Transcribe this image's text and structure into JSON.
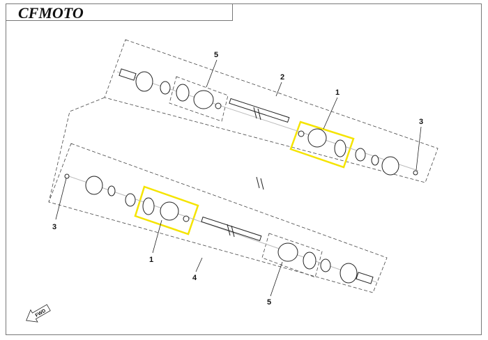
{
  "header": {
    "brand": "CFMOTO"
  },
  "diagram": {
    "callouts": [
      {
        "id": "c5a",
        "label": "5"
      },
      {
        "id": "c2",
        "label": "2"
      },
      {
        "id": "c1a",
        "label": "1"
      },
      {
        "id": "c3a",
        "label": "3"
      },
      {
        "id": "c3b",
        "label": "3"
      },
      {
        "id": "c1b",
        "label": "1"
      },
      {
        "id": "c4",
        "label": "4"
      },
      {
        "id": "c5b",
        "label": "5"
      }
    ],
    "fwd_label": "FWD",
    "highlight_color": "#f5e400"
  }
}
